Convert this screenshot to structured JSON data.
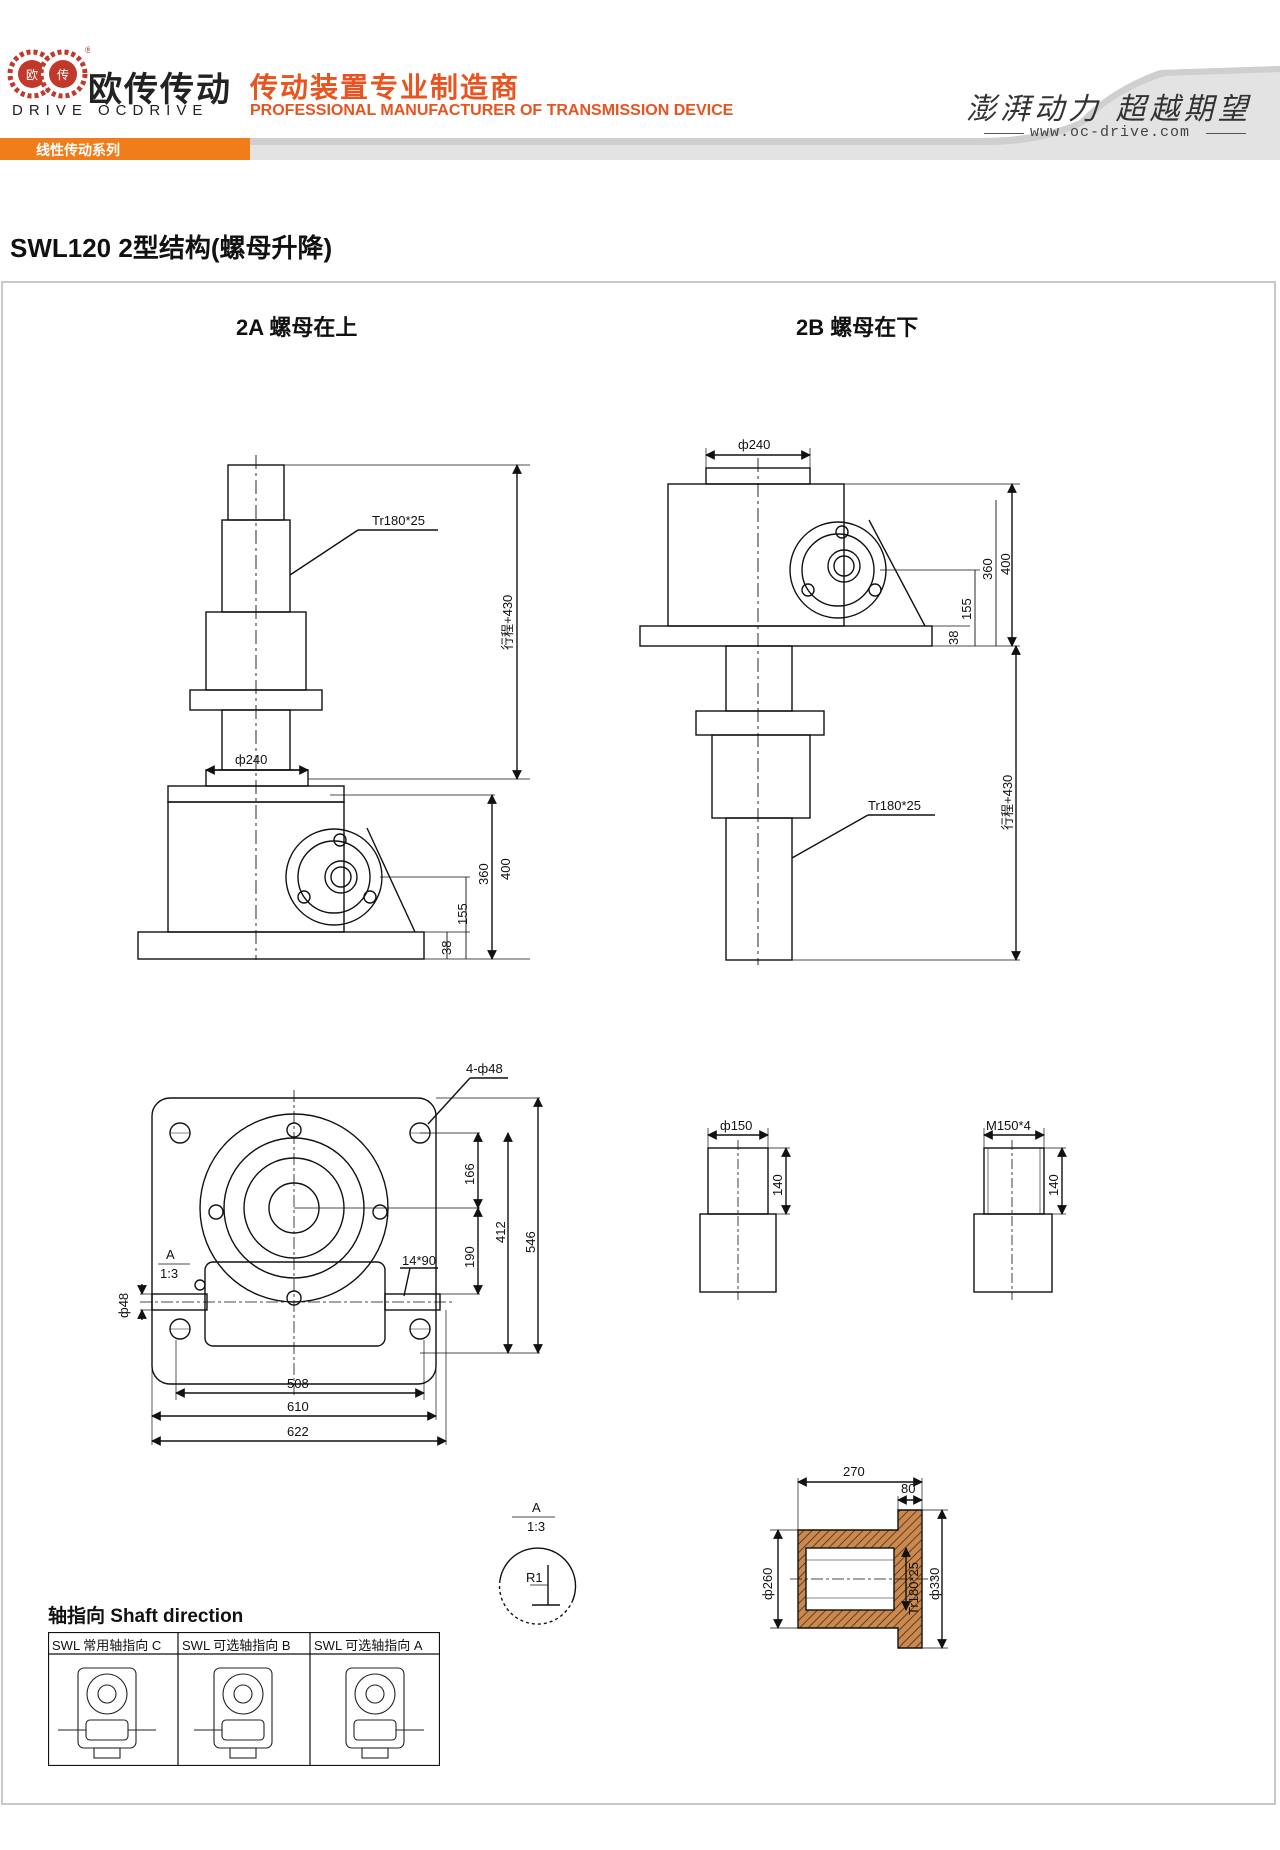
{
  "brand": {
    "name_cn": "欧传传动",
    "name_en": "DRIVE OCDRIVE",
    "logo_text_left": "欧",
    "logo_text_right": "传",
    "registered_mark": "®"
  },
  "header": {
    "tagline_cn": "传动装置专业制造商",
    "tagline_en": "PROFESSIONAL MANUFACTURER OF TRANSMISSION DEVICE",
    "slogan": "澎湃动力 超越期望",
    "website": "www.oc-drive.com",
    "series_tab": "线性传动系列"
  },
  "page": {
    "title": "SWL120  2型结构(螺母升降)"
  },
  "drawings": {
    "view_2a_title": "2A 螺母在上",
    "view_2b_title": "2B 螺母在下",
    "view_2a": {
      "thread": "Tr180*25",
      "diameter": "ф240",
      "travel": "行程+430",
      "dim_400": "400",
      "dim_360": "360",
      "dim_155": "155",
      "dim_38": "38"
    },
    "view_2b": {
      "thread": "Tr180*25",
      "diameter": "ф240",
      "travel": "行程+430",
      "dim_400": "400",
      "dim_360": "360",
      "dim_155": "155",
      "dim_38": "38"
    },
    "plan_view": {
      "holes": "4-ф48",
      "dim_166": "166",
      "dim_190": "190",
      "dim_412": "412",
      "dim_546": "546",
      "keyway": "14*90",
      "shaft_dia": "ф48",
      "detail_ref": "A",
      "detail_scale": "1:3",
      "dim_508": "508",
      "dim_610": "610",
      "dim_622": "622"
    },
    "end_plain": {
      "diameter": "ф150",
      "length": "140"
    },
    "end_thread": {
      "thread": "M150*4",
      "length": "140"
    },
    "detail_a": {
      "ref": "A",
      "scale": "1:3",
      "radius": "R1"
    },
    "nut": {
      "length": "270",
      "flange": "80",
      "body_dia": "ф260",
      "thread": "Tr180*25",
      "flange_dia": "ф330"
    }
  },
  "shaft_direction": {
    "title": "轴指向  Shaft direction",
    "options": [
      {
        "label": "SWL 常用轴指向 C"
      },
      {
        "label": "SWL 可选轴指向 B"
      },
      {
        "label": "SWL 可选轴指向 A"
      }
    ]
  },
  "colors": {
    "accent_orange": "#e8531f",
    "tab_orange": "#f07d1a",
    "line": "#111111",
    "hatch": "#b5743c"
  }
}
